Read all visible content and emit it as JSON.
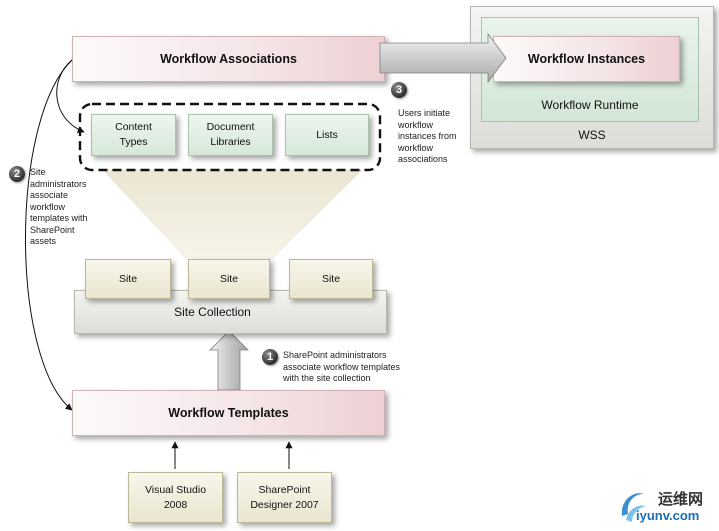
{
  "boxes": {
    "workflow_associations": "Workflow Associations",
    "workflow_instances": "Workflow Instances",
    "workflow_runtime": "Workflow Runtime",
    "wss": "WSS",
    "content_types": "Content Types",
    "document_libraries": "Document Libraries",
    "lists": "Lists",
    "site_1": "Site",
    "site_2": "Site",
    "site_3": "Site",
    "site_collection": "Site Collection",
    "workflow_templates": "Workflow Templates",
    "visual_studio": "Visual Studio 2008",
    "sharepoint_designer": "SharePoint Designer 2007"
  },
  "steps": [
    {
      "number": "1",
      "text": "SharePoint administrators associate  workflow templates with the site collection"
    },
    {
      "number": "2",
      "text": "Site administrators associate workflow templates with SharePoint assets"
    },
    {
      "number": "3",
      "text": "Users initiate workflow instances from workflow associations"
    }
  ],
  "watermark": {
    "chinese": "运维网",
    "latin": "iyunv.com"
  },
  "colors": {
    "pink": "#f4e4e6",
    "green": "#d6e8d9",
    "cream": "#e9e5cf",
    "grey": "#dcdcd8"
  }
}
